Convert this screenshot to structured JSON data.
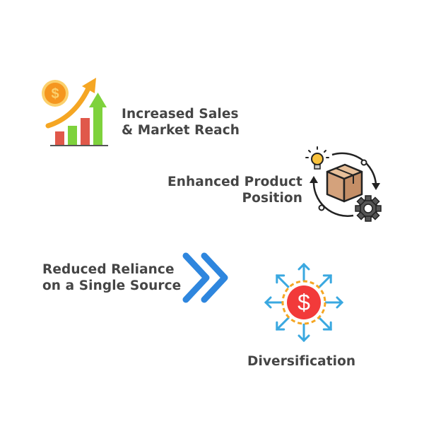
{
  "items": [
    {
      "line1": "Increased Sales",
      "line2": "& Market Reach",
      "icon": "sales-growth-chart-icon"
    },
    {
      "line1": "Enhanced Product",
      "line2": "Position",
      "icon": "product-cycle-icon"
    },
    {
      "line1": "Reduced Reliance",
      "line2": "on a Single Source",
      "icon": "double-chevron-right-icon"
    },
    {
      "line1": "Diversification",
      "icon": "diversification-dollar-icon"
    }
  ],
  "colors": {
    "text": "#454545",
    "orange": "#F5A623",
    "green": "#7ED23C",
    "red": "#E0584A",
    "blue": "#2E86DE",
    "cyan": "#3AA8E0",
    "dollar_red": "#F23A3A",
    "box": "#D4A27C"
  }
}
